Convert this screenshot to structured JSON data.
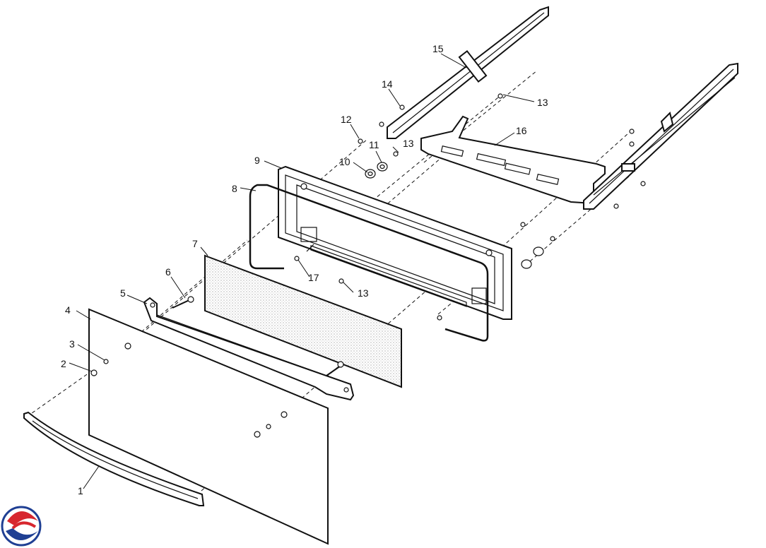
{
  "diagram": {
    "callouts": [
      {
        "id": "c1",
        "text": "1"
      },
      {
        "id": "c2",
        "text": "2"
      },
      {
        "id": "c3",
        "text": "3"
      },
      {
        "id": "c4",
        "text": "4"
      },
      {
        "id": "c5",
        "text": "5"
      },
      {
        "id": "c6",
        "text": "6"
      },
      {
        "id": "c7",
        "text": "7"
      },
      {
        "id": "c8",
        "text": "8"
      },
      {
        "id": "c9",
        "text": "9"
      },
      {
        "id": "c10",
        "text": "10"
      },
      {
        "id": "c11",
        "text": "11"
      },
      {
        "id": "c12",
        "text": "12"
      },
      {
        "id": "c13a",
        "text": "13"
      },
      {
        "id": "c13b",
        "text": "13"
      },
      {
        "id": "c13c",
        "text": "13"
      },
      {
        "id": "c14",
        "text": "14"
      },
      {
        "id": "c15",
        "text": "15"
      },
      {
        "id": "c16",
        "text": "16"
      },
      {
        "id": "c17",
        "text": "17"
      }
    ]
  },
  "logo": {
    "colors": {
      "red": "#d7262e",
      "blue": "#1f3f93"
    }
  }
}
